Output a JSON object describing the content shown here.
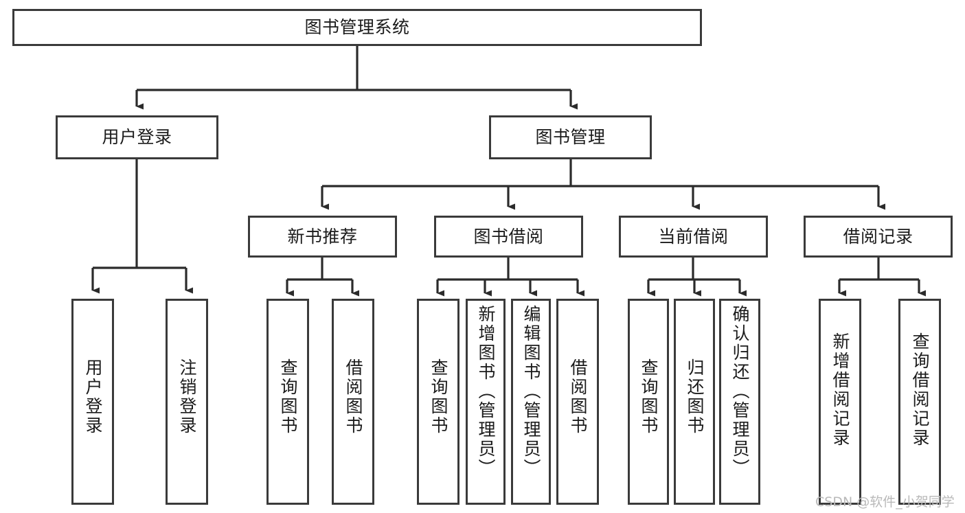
{
  "diagram": {
    "title": "图书管理系统",
    "type": "tree-hierarchy",
    "watermark": "CSDN @软件_小贺同学",
    "colors": {
      "background": "#ffffff",
      "node_border": "#3a3a3a",
      "node_fill": "#ffffff",
      "edge": "#2b2b2b",
      "text": "#1b1b1b",
      "watermark": "#b9b9b9"
    },
    "levels": {
      "root": {
        "label": "图书管理系统"
      },
      "level2": [
        {
          "id": "user-login",
          "label": "用户登录"
        },
        {
          "id": "book-manage",
          "label": "图书管理"
        }
      ],
      "level3": [
        {
          "id": "new-book-rec",
          "label": "新书推荐",
          "parent": "book-manage"
        },
        {
          "id": "book-borrow",
          "label": "图书借阅",
          "parent": "book-manage"
        },
        {
          "id": "current-borrow",
          "label": "当前借阅",
          "parent": "book-manage"
        },
        {
          "id": "borrow-record",
          "label": "借阅记录",
          "parent": "book-manage"
        }
      ],
      "leaves": [
        {
          "id": "leaf-user-login",
          "label": "用户登录",
          "parent": "user-login"
        },
        {
          "id": "leaf-logout",
          "label": "注销登录",
          "parent": "user-login"
        },
        {
          "id": "leaf-query-book-1",
          "label": "查询图书",
          "parent": "new-book-rec"
        },
        {
          "id": "leaf-borrow-book-1",
          "label": "借阅图书",
          "parent": "new-book-rec"
        },
        {
          "id": "leaf-query-book-2",
          "label": "查询图书",
          "parent": "book-borrow"
        },
        {
          "id": "leaf-add-book",
          "label": "新增图书（管理员）",
          "parent": "book-borrow"
        },
        {
          "id": "leaf-edit-book",
          "label": "编辑图书（管理员）",
          "parent": "book-borrow"
        },
        {
          "id": "leaf-borrow-book-2",
          "label": "借阅图书",
          "parent": "book-borrow"
        },
        {
          "id": "leaf-query-book-3",
          "label": "查询图书",
          "parent": "current-borrow"
        },
        {
          "id": "leaf-return-book",
          "label": "归还图书",
          "parent": "current-borrow"
        },
        {
          "id": "leaf-confirm-return",
          "label": "确认归还（管理员）",
          "parent": "current-borrow"
        },
        {
          "id": "leaf-add-record",
          "label": "新增借阅记录",
          "parent": "borrow-record"
        },
        {
          "id": "leaf-query-record",
          "label": "查询借阅记录",
          "parent": "borrow-record"
        }
      ]
    }
  }
}
